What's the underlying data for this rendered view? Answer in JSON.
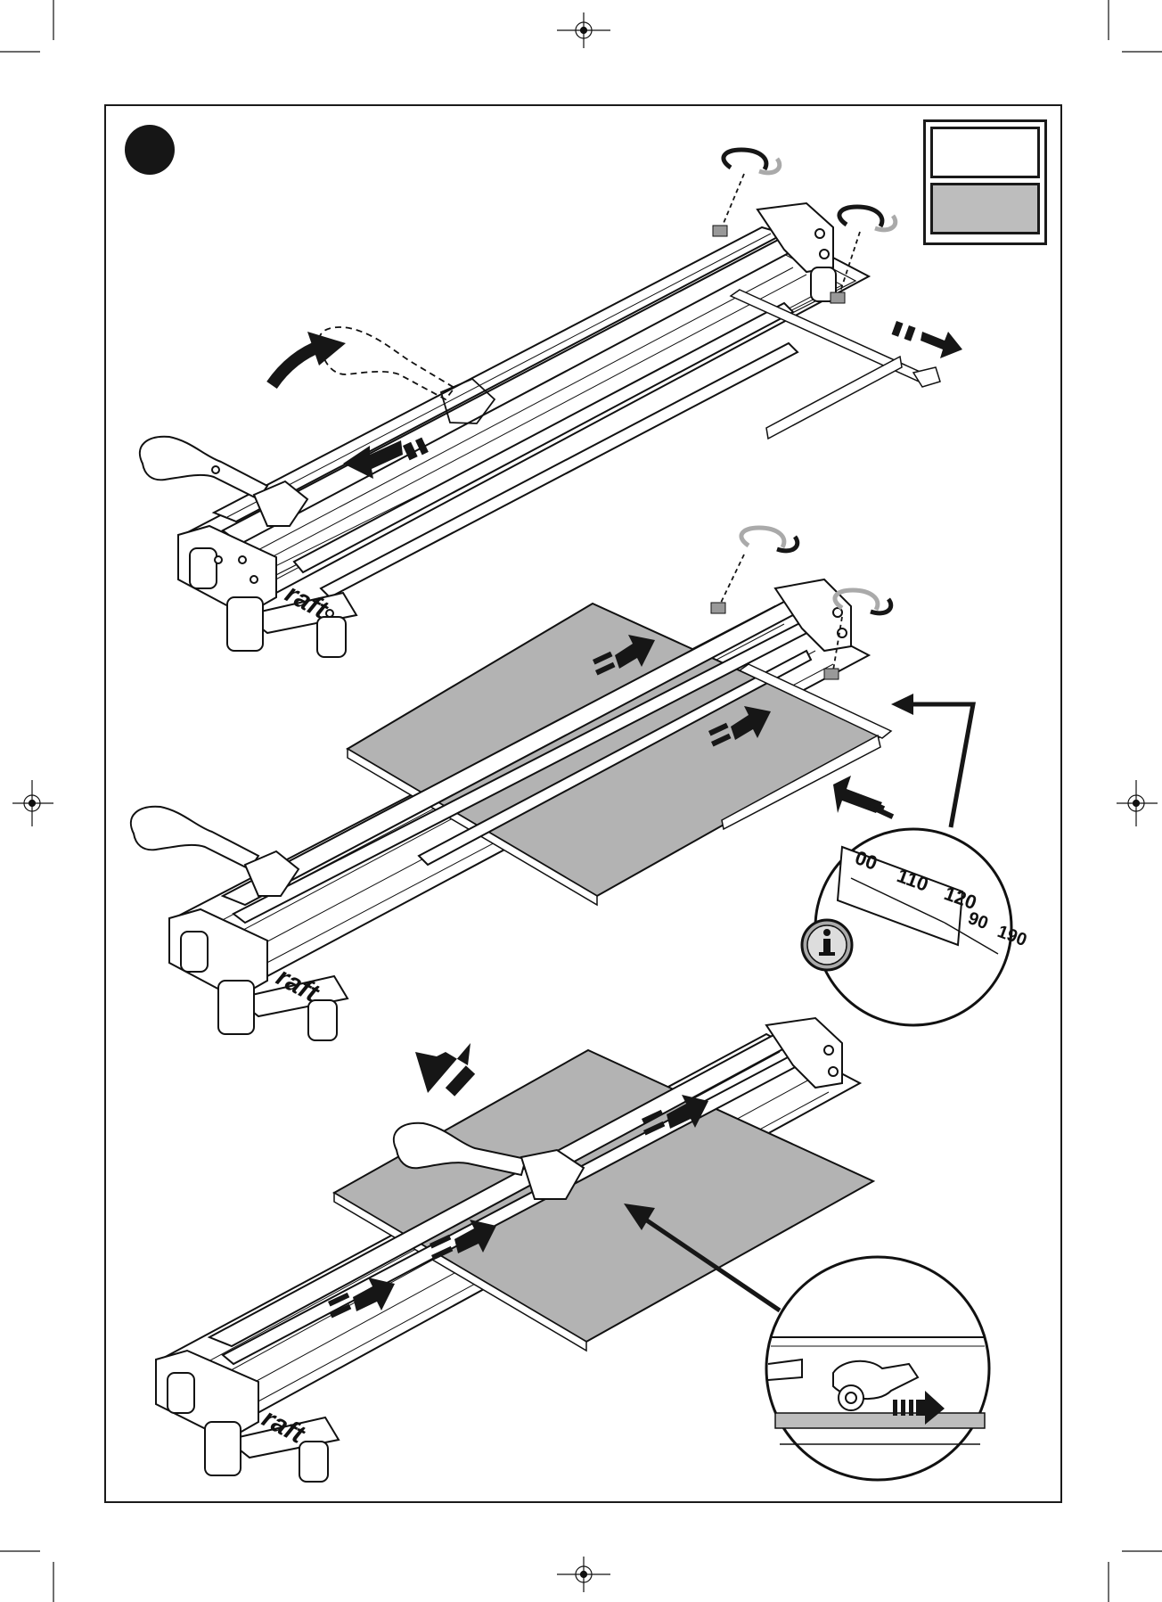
{
  "page": {
    "step_badge_label": "",
    "legend": {
      "swatch_colors": [
        "#ffffff",
        "#bdbdbd"
      ]
    },
    "tile_color": "#b3b3b3",
    "ink_color": "#161616"
  },
  "panels": [
    {
      "name": "prepare-cutter",
      "brand_text": "raft"
    },
    {
      "name": "place-tile",
      "brand_text": "raft",
      "scale_zoom": {
        "labels": [
          "00",
          "110",
          "120",
          "90",
          "190"
        ]
      }
    },
    {
      "name": "score-tile",
      "brand_text": "raft"
    }
  ]
}
